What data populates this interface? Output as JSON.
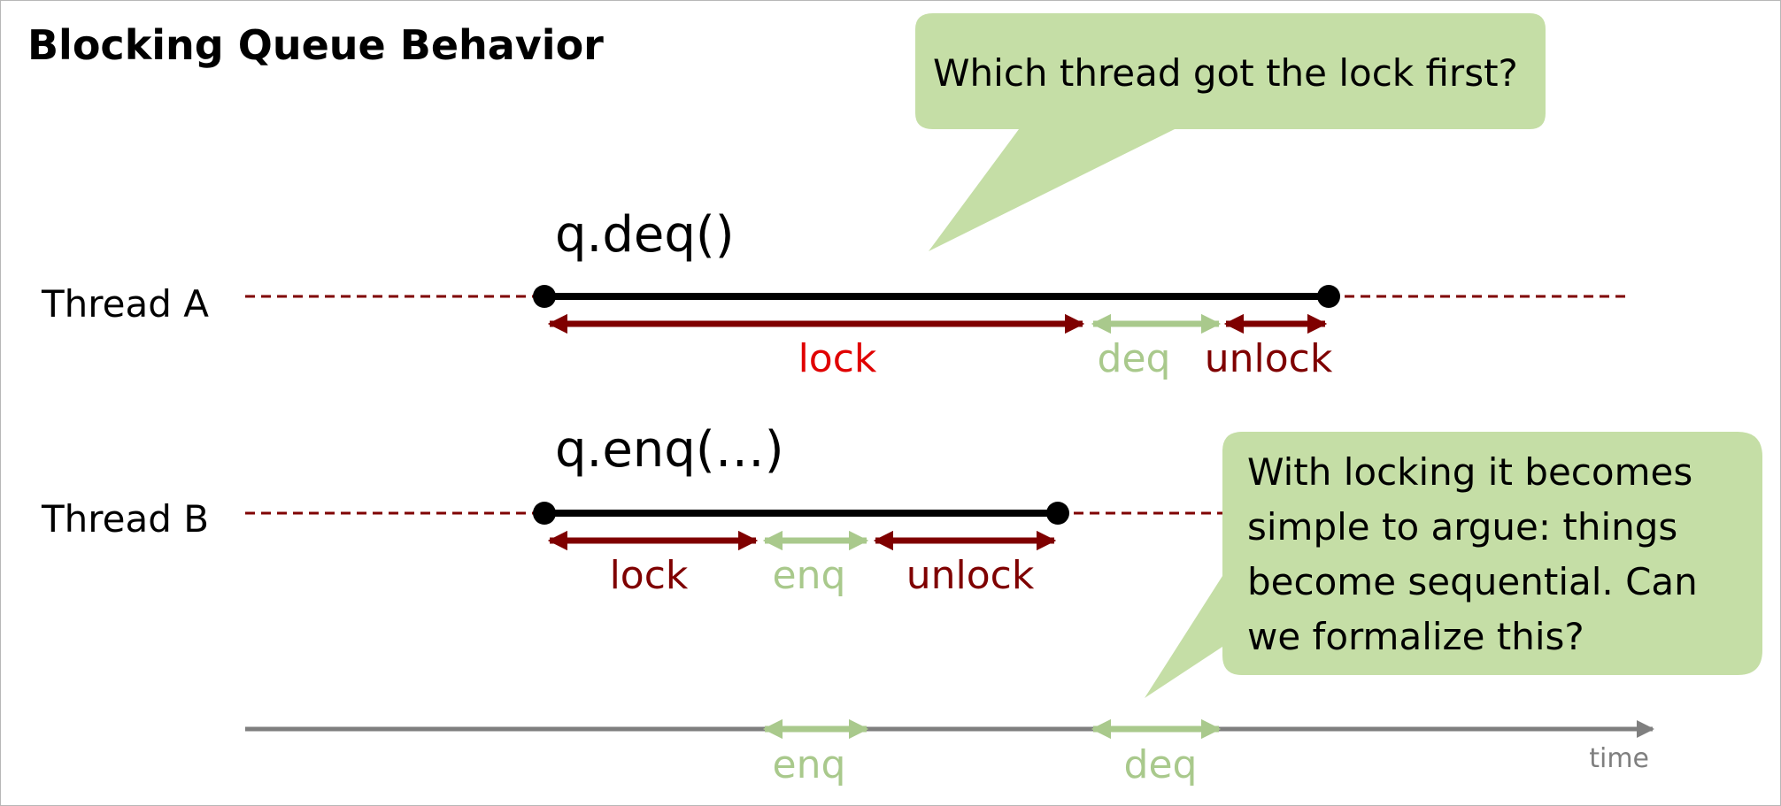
{
  "title": "Blocking Queue Behavior",
  "colors": {
    "dark_red": "#7f0000",
    "bright_red": "#e00000",
    "light_green": "#a9c98c",
    "callout_fill": "#c5dea6",
    "black": "#000000",
    "gray": "#7f7f7f"
  },
  "threads": [
    {
      "label": "Thread A",
      "operation": "q.deq()",
      "segments": [
        {
          "label": "lock",
          "color": "bright_red",
          "arrow": "dark_red"
        },
        {
          "label": "deq",
          "color": "light_green",
          "arrow": "light_green"
        },
        {
          "label": "unlock",
          "color": "dark_red",
          "arrow": "dark_red"
        }
      ]
    },
    {
      "label": "Thread B",
      "operation": "q.enq(…)",
      "segments": [
        {
          "label": "lock",
          "color": "dark_red",
          "arrow": "dark_red"
        },
        {
          "label": "enq",
          "color": "light_green",
          "arrow": "light_green"
        },
        {
          "label": "unlock",
          "color": "dark_red",
          "arrow": "dark_red"
        }
      ]
    }
  ],
  "timeline": {
    "axis_label": "time",
    "events": [
      "enq",
      "deq"
    ]
  },
  "callouts": [
    {
      "lines": [
        "Which thread got the lock first?"
      ]
    },
    {
      "lines": [
        "With locking it becomes",
        "simple to argue: things",
        "become sequential. Can",
        "we formalize this?"
      ]
    }
  ]
}
